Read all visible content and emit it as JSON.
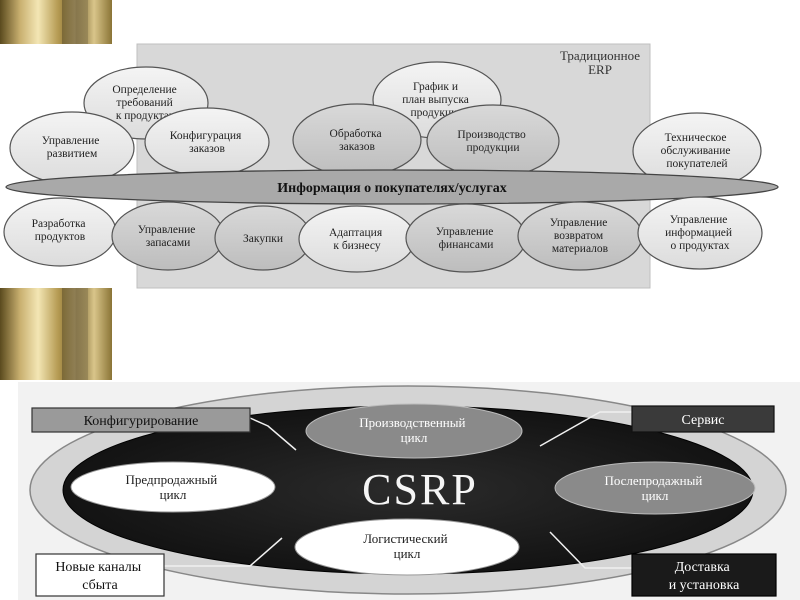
{
  "erp": {
    "title_line1": "Традиционное",
    "title_line2": "ERP",
    "band_label": "Информация о покупателях/услугах",
    "circles": [
      {
        "lines": [
          "Определение",
          "требований",
          "к продуктам"
        ]
      },
      {
        "lines": [
          "Управление",
          "развитием"
        ]
      },
      {
        "lines": [
          "Конфигурация",
          "заказов"
        ]
      },
      {
        "lines": [
          "График и",
          "план выпуска",
          "продукции"
        ]
      },
      {
        "lines": [
          "Обработка",
          "заказов"
        ]
      },
      {
        "lines": [
          "Производство",
          "продукции"
        ]
      },
      {
        "lines": [
          "Техническое",
          "обслуживание",
          "покупателей"
        ]
      },
      {
        "lines": [
          "Разработка",
          "продуктов"
        ]
      },
      {
        "lines": [
          "Управление",
          "запасами"
        ]
      },
      {
        "lines": [
          "Закупки"
        ]
      },
      {
        "lines": [
          "Адаптация",
          "к бизнесу"
        ]
      },
      {
        "lines": [
          "Управление",
          "финансами"
        ]
      },
      {
        "lines": [
          "Управление",
          "возвратом",
          "материалов"
        ]
      },
      {
        "lines": [
          "Управление",
          "информацией",
          "о продуктах"
        ]
      }
    ]
  },
  "csrp": {
    "center_label": "CSRP",
    "cycles": {
      "production": [
        "Производственный",
        "цикл"
      ],
      "presale": [
        "Предпродажный",
        "цикл"
      ],
      "postsale": [
        "Послепродажный",
        "цикл"
      ],
      "logistics": [
        "Логистический",
        "цикл"
      ]
    },
    "boxes": {
      "configuration": "Конфигурирование",
      "service": "Сервис",
      "channels": [
        "Новые каналы",
        "сбыта"
      ],
      "delivery": [
        "Доставка",
        "и установка"
      ]
    }
  }
}
